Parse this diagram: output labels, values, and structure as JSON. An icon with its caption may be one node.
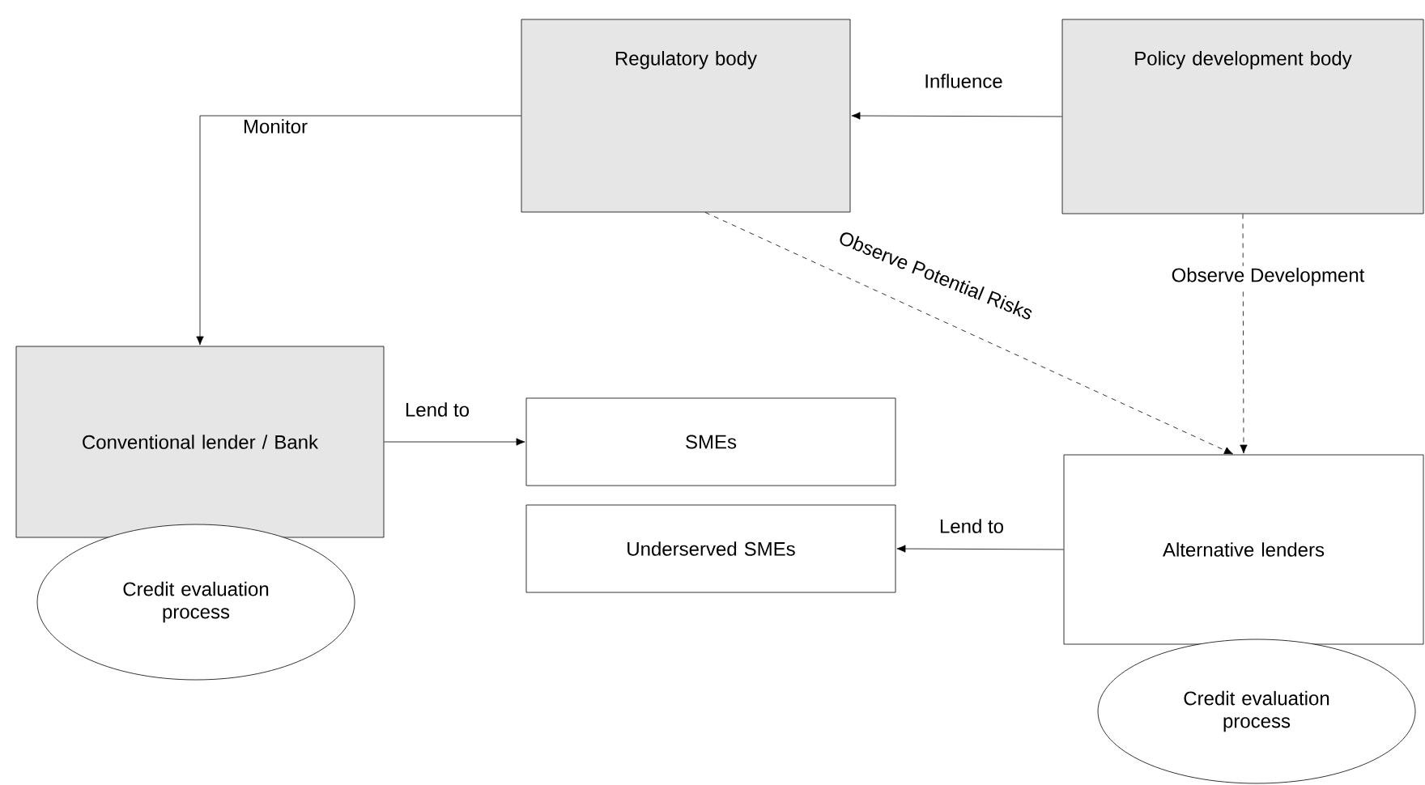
{
  "diagram": {
    "nodes": [
      {
        "text": [
          "Regulatory body"
        ]
      },
      {
        "text": [
          "Policy development body"
        ]
      },
      {
        "text": [
          "Conventional lender / Bank"
        ]
      },
      {
        "text": [
          "SMEs"
        ]
      },
      {
        "text": [
          "Underserved SMEs"
        ]
      },
      {
        "text": [
          "Alternative lenders"
        ]
      },
      {
        "text": [
          "Credit evaluation process"
        ]
      },
      {
        "text": [
          "Credit evaluation process"
        ]
      }
    ],
    "edges": [
      {
        "from": 1,
        "to": 0,
        "arrow": "to",
        "label": "Influence"
      },
      {
        "from": 0,
        "to": 2,
        "arrow": "to",
        "label": "Monitor"
      },
      {
        "from": 0,
        "to": 5,
        "arrow": "to",
        "label": "Observe Potential Risks",
        "style": "dashed"
      },
      {
        "from": 1,
        "to": 5,
        "arrow": "to",
        "label": "Observe Development",
        "style": "dashed"
      },
      {
        "from": 2,
        "to": 3,
        "arrow": "to",
        "label": "Lend to"
      },
      {
        "from": 5,
        "to": 4,
        "arrow": "to",
        "label": "Lend to"
      }
    ]
  }
}
